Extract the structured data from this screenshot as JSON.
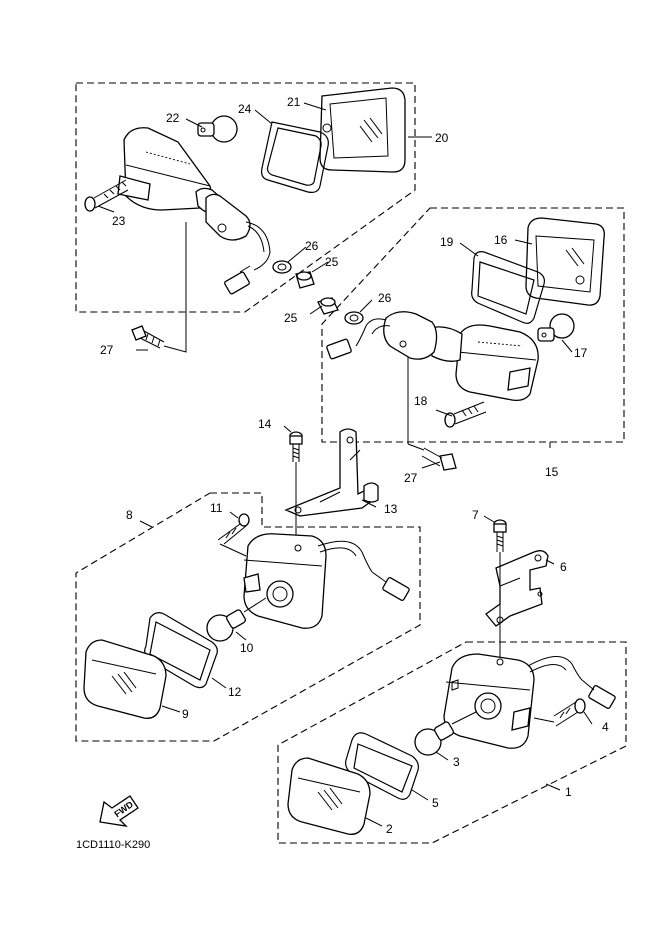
{
  "diagram_code": "1CD1110-K290",
  "fwd_label": "FWD",
  "parts": {
    "p1": "1",
    "p2": "2",
    "p3": "3",
    "p4": "4",
    "p5": "5",
    "p6": "6",
    "p7": "7",
    "p8": "8",
    "p9": "9",
    "p10": "10",
    "p11": "11",
    "p12": "12",
    "p13": "13",
    "p14": "14",
    "p15": "15",
    "p16": "16",
    "p17": "17",
    "p18": "18",
    "p19": "19",
    "p20": "20",
    "p21": "21",
    "p22": "22",
    "p23": "23",
    "p24": "24",
    "p25": "25",
    "p26": "26",
    "p27": "27"
  }
}
